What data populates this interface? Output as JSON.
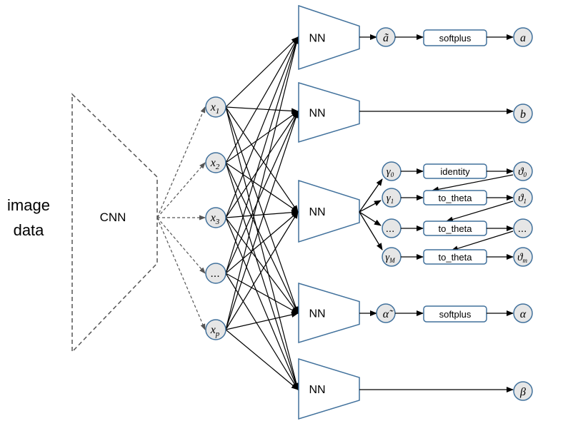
{
  "input": {
    "label_line1": "image",
    "label_line2": "data"
  },
  "encoder": {
    "label": "CNN"
  },
  "features": [
    {
      "base": "x",
      "sub": "1"
    },
    {
      "base": "x",
      "sub": "2"
    },
    {
      "base": "x",
      "sub": "3"
    },
    {
      "base": "...",
      "sub": ""
    },
    {
      "base": "x",
      "sub": "p"
    }
  ],
  "heads": [
    {
      "label": "NN"
    },
    {
      "label": "NN"
    },
    {
      "label": "NN"
    },
    {
      "label": "NN"
    },
    {
      "label": "NN"
    }
  ],
  "branch_a": {
    "raw": "ã",
    "transform": "softplus",
    "out": "a"
  },
  "branch_b": {
    "out": "b"
  },
  "branch_theta": [
    {
      "raw_base": "γ",
      "raw_sub": "0",
      "transform": "identity",
      "out_base": "ϑ",
      "out_sub": "0"
    },
    {
      "raw_base": "γ",
      "raw_sub": "1",
      "transform": "to_theta",
      "out_base": "ϑ",
      "out_sub": "1"
    },
    {
      "raw_base": "...",
      "raw_sub": "",
      "transform": "to_theta",
      "out_base": "...",
      "out_sub": ""
    },
    {
      "raw_base": "γ",
      "raw_sub": "M",
      "transform": "to_theta",
      "out_base": "ϑ",
      "out_sub": "m"
    }
  ],
  "branch_alpha": {
    "raw": "α̃",
    "transform": "softplus",
    "out": "α"
  },
  "branch_beta": {
    "out": "β"
  },
  "colors": {
    "stroke": "#41719c",
    "fill": "#e6e6e6",
    "arrow": "#000000",
    "dash": "#555555"
  }
}
